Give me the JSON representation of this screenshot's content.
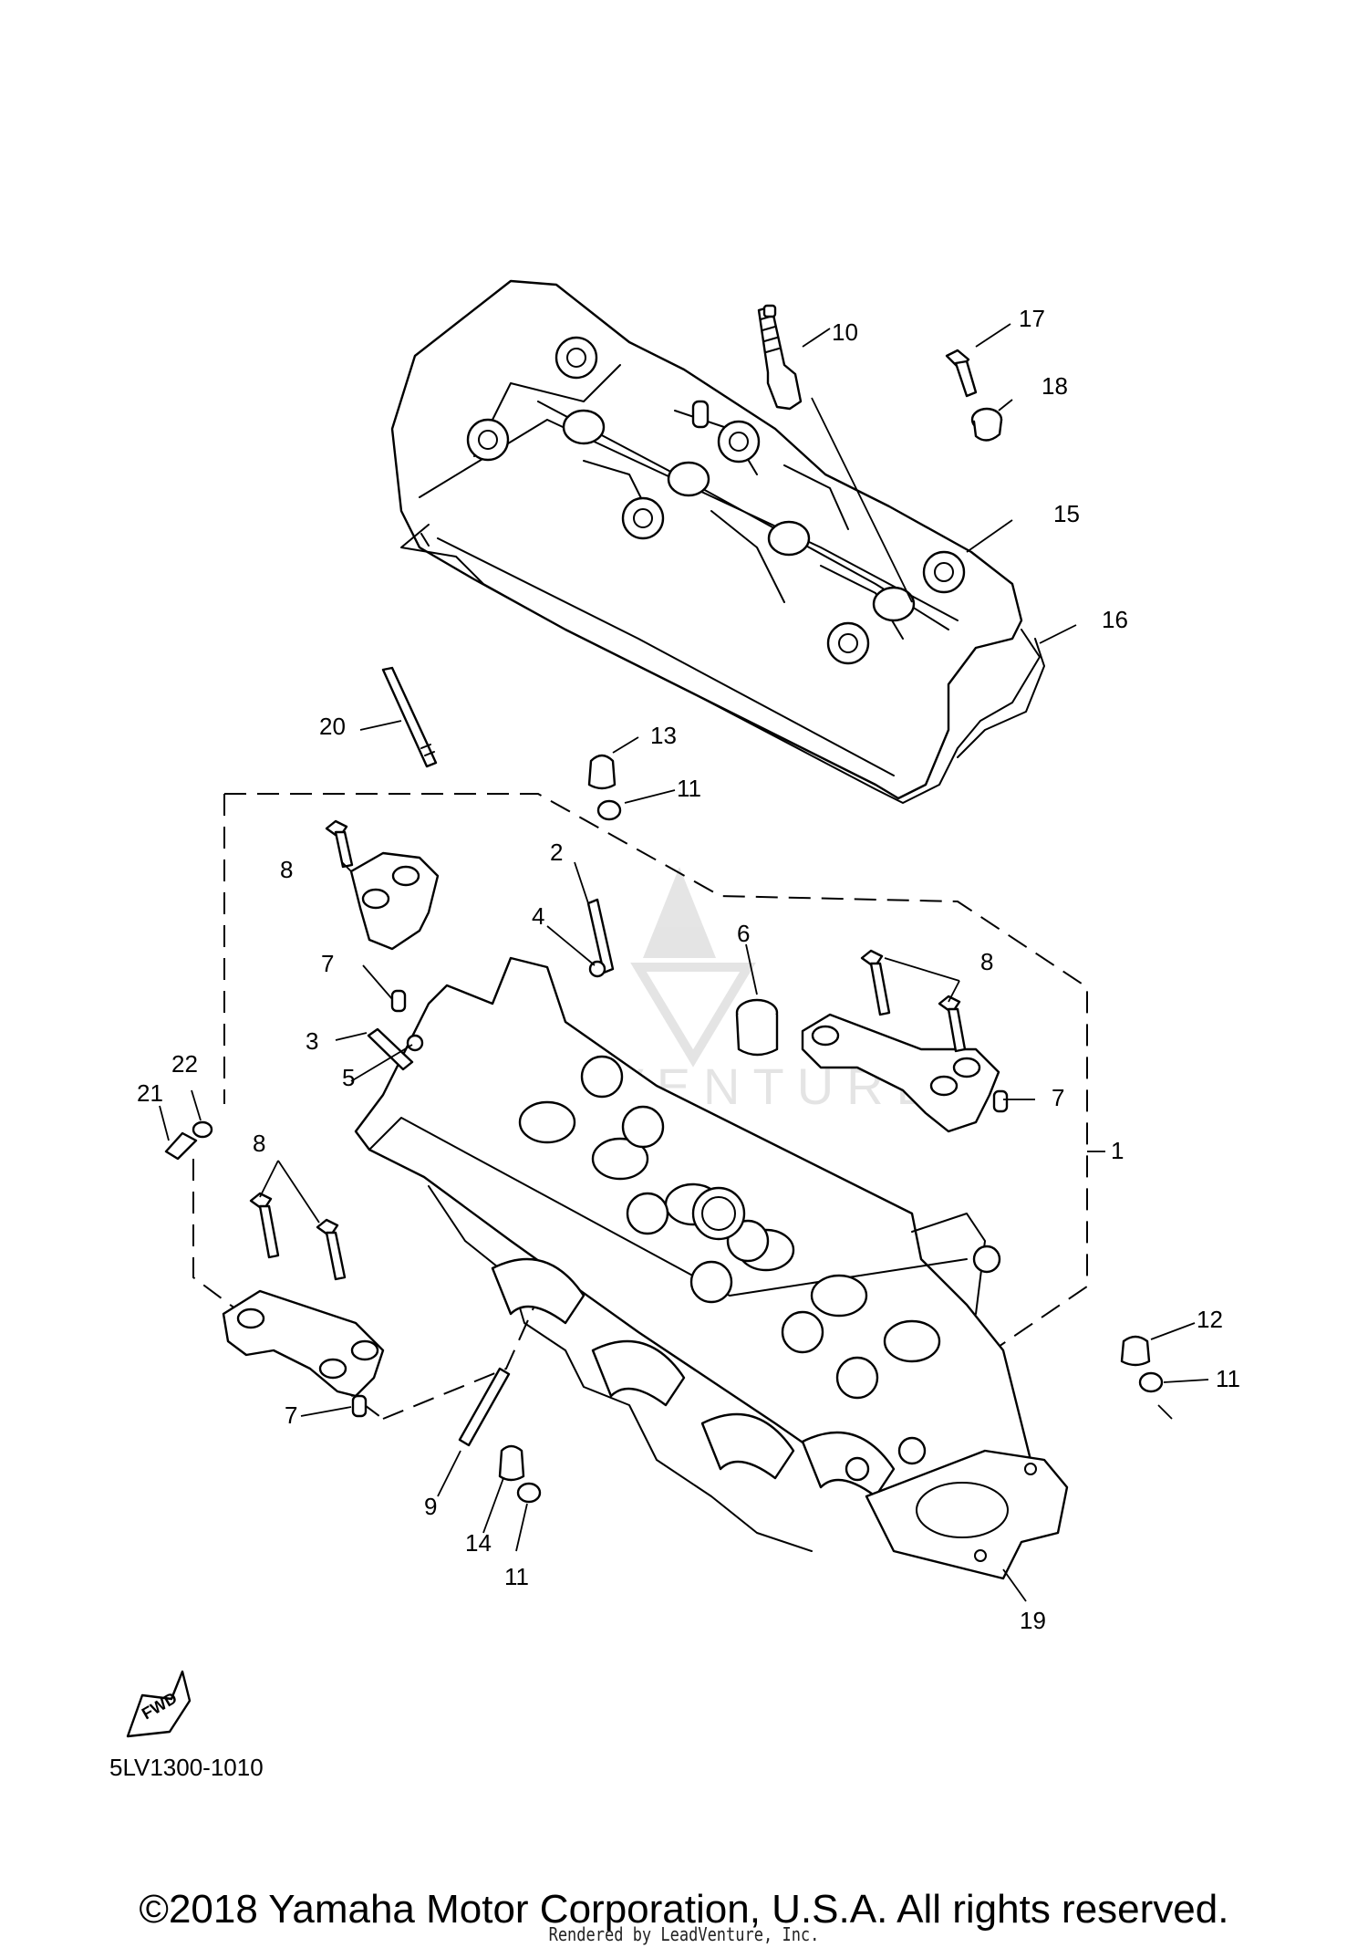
{
  "diagram_code": "5LV1300-1010",
  "copyright": "©2018 Yamaha Motor Corporation, U.S.A. All rights reserved.",
  "rendered_by": "Rendered by LeadVenture, Inc.",
  "watermark_text": "LEADVENTURE",
  "fwd_label": "FWD",
  "callouts": {
    "c1": "1",
    "c2": "2",
    "c3": "3",
    "c4": "4",
    "c5": "5",
    "c6": "6",
    "c7a": "7",
    "c7b": "7",
    "c7c": "7",
    "c8a": "8",
    "c8b": "8",
    "c8c": "8",
    "c9": "9",
    "c10": "10",
    "c11a": "11",
    "c11b": "11",
    "c11c": "11",
    "c12": "12",
    "c13": "13",
    "c14": "14",
    "c15": "15",
    "c16": "16",
    "c17": "17",
    "c18": "18",
    "c19": "19",
    "c20": "20",
    "c21": "21",
    "c22": "22"
  }
}
